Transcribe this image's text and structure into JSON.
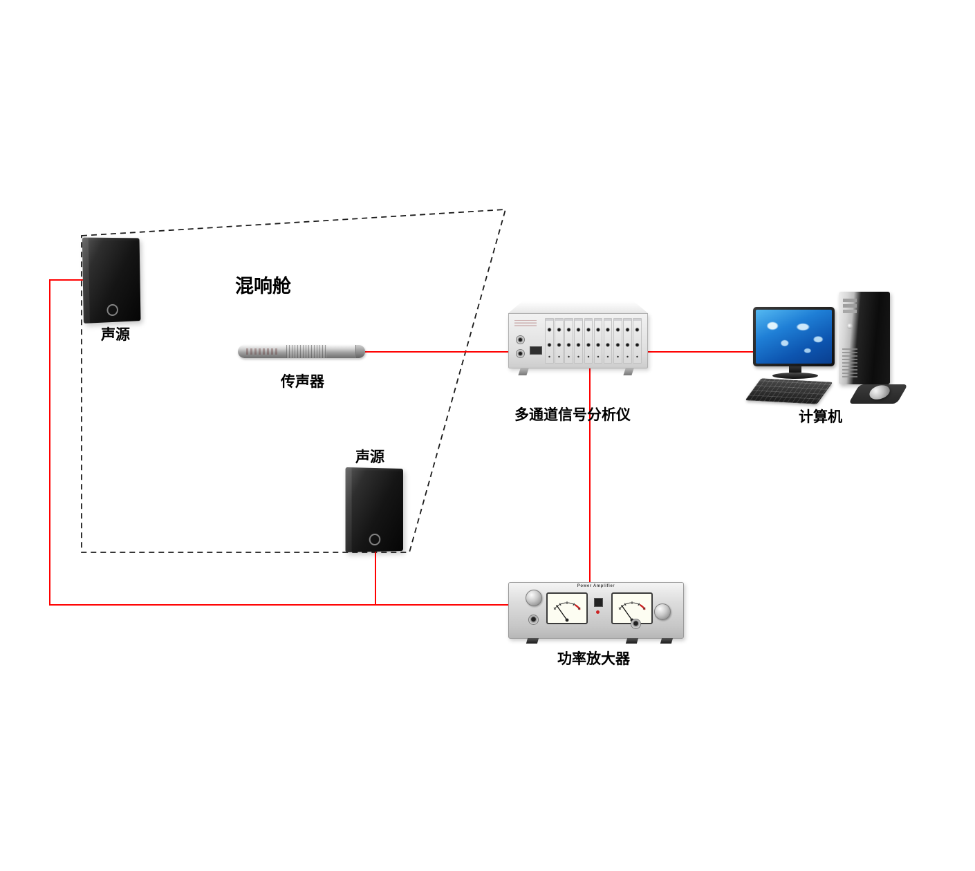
{
  "colors": {
    "background": "#ffffff",
    "connection_line": "#ff0000",
    "chamber_outline": "#1a1a1a",
    "label_text": "#000000"
  },
  "chamber": {
    "label": "混响舱"
  },
  "devices": {
    "speaker_top": {
      "label": "声源"
    },
    "speaker_bottom": {
      "label": "声源"
    },
    "microphone": {
      "label": "传声器"
    },
    "analyzer": {
      "label": "多通道信号分析仪",
      "channel_count": 10
    },
    "computer": {
      "label": "计算机"
    },
    "amplifier": {
      "label": "功率放大器",
      "panel_text": "Power Amplifier"
    }
  },
  "connections": [
    {
      "from": "microphone",
      "to": "analyzer"
    },
    {
      "from": "analyzer",
      "to": "computer"
    },
    {
      "from": "analyzer",
      "to": "amplifier"
    },
    {
      "from": "amplifier",
      "to": "speaker_top"
    },
    {
      "from": "amplifier",
      "to": "speaker_bottom"
    }
  ]
}
